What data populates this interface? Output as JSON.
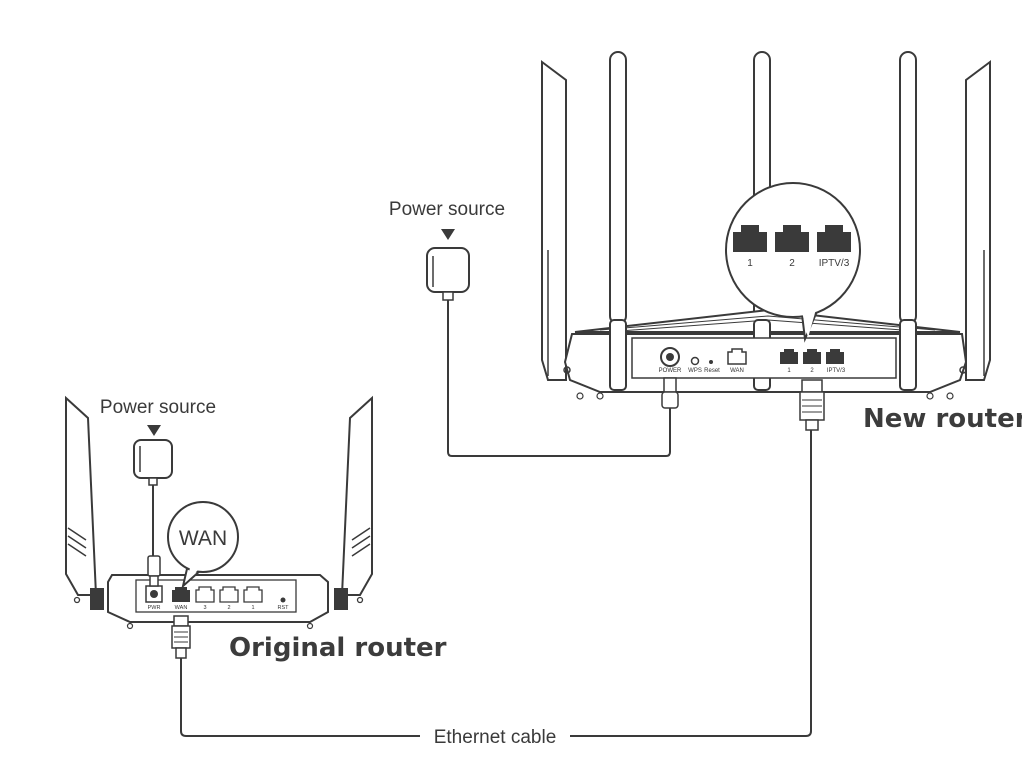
{
  "labels": {
    "power_source_new": "Power source",
    "power_source_original": "Power source",
    "new_router": "New router",
    "original_router": "Original router",
    "ethernet_cable": "Ethernet cable",
    "wan_callout": "WAN"
  },
  "new_router_ports": {
    "power": "POWER",
    "wps": "WPS",
    "reset": "Reset",
    "wan": "WAN",
    "lan1": "1",
    "lan2": "2",
    "iptv3": "IPTV/3"
  },
  "new_router_zoom": {
    "port1": "1",
    "port2": "2",
    "port3": "IPTV/3"
  },
  "original_router_ports": {
    "pwr": "PWR",
    "wan": "WAN",
    "lan3": "3",
    "lan2": "2",
    "lan1": "1",
    "rst": "RST"
  }
}
